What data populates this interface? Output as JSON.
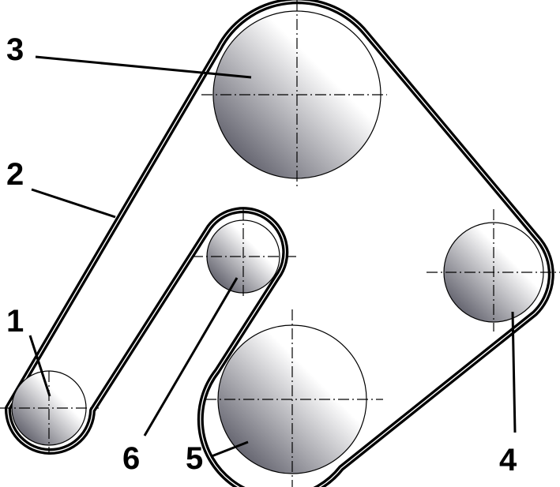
{
  "colors": {
    "belt": "#000000",
    "belt_inner": "#ffffff",
    "pulley_light": "#ffffff",
    "pulley_dark": "#3a3a48",
    "ink": "#000000"
  },
  "labels": {
    "pulley_1": "1",
    "belt": "2",
    "pulley_3": "3",
    "pulley_4": "4",
    "pulley_5": "5",
    "pulley_6": "6"
  }
}
